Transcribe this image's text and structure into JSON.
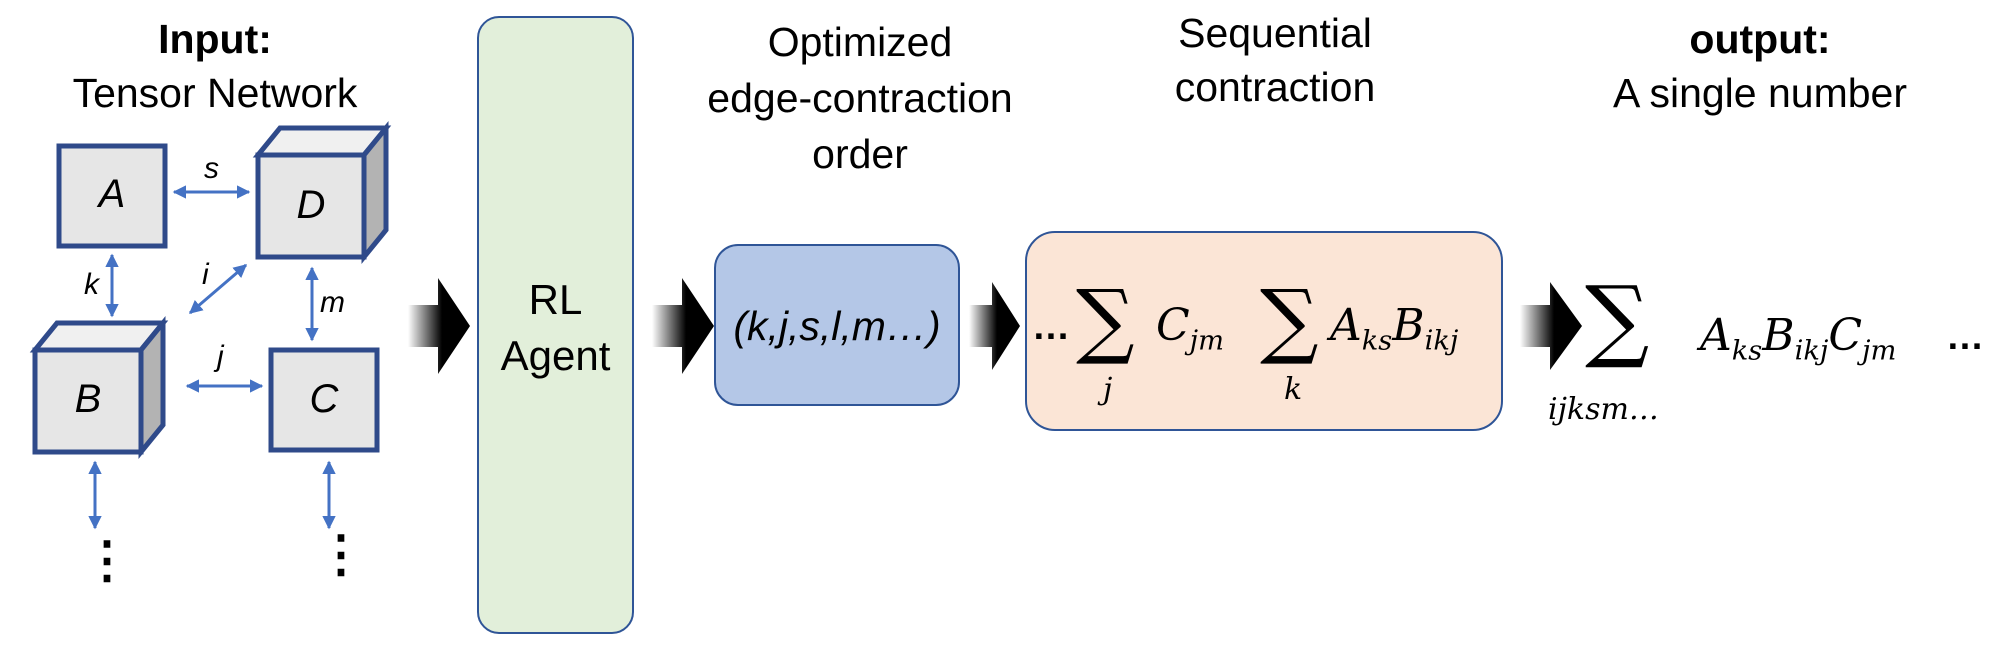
{
  "input": {
    "title": "Input:",
    "subtitle": "Tensor Network"
  },
  "network": {
    "nodes": {
      "a": "A",
      "b": "B",
      "c": "C",
      "d": "D"
    },
    "edges": {
      "s": "s",
      "k": "k",
      "i": "i",
      "m": "m",
      "j": "j"
    },
    "dots": "⋮"
  },
  "agent": {
    "line1": "RL",
    "line2": "Agent"
  },
  "order": {
    "title_line1": "Optimized",
    "title_line2": "edge-contraction",
    "title_line3": "order",
    "value": "(k,j,s,l,m…)"
  },
  "contraction": {
    "title_line1": "Sequential",
    "title_line2": "contraction",
    "leading": "…",
    "sum_symbol": "∑",
    "sum1_index": "j",
    "term1": "C",
    "term1_sub": "jm",
    "sum2_index": "k",
    "term2": "A",
    "term2_sub": "ks",
    "term3": "B",
    "term3_sub": "ikj"
  },
  "output": {
    "title": "output:",
    "subtitle": "A single number",
    "sum_symbol": "∑",
    "sum_index": "ijksm…",
    "term1": "A",
    "term1_sub": "ks",
    "term2": "B",
    "term2_sub": "ikj",
    "term3": "C",
    "term3_sub": "jm",
    "trailing": "…"
  },
  "colors": {
    "node_fill": "#e6e6e6",
    "node_border": "#2f4a8a",
    "edge": "#4472c4",
    "agent_fill": "#e2efda",
    "agent_border": "#2f5597",
    "order_fill": "#b4c7e7",
    "contraction_fill": "#fbe5d6"
  }
}
